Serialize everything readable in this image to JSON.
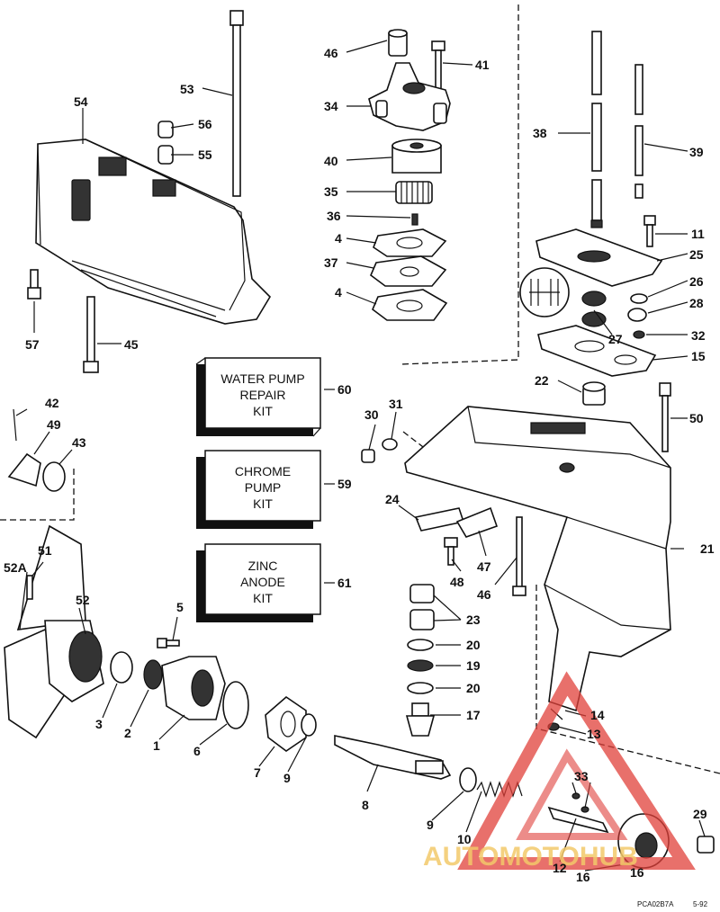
{
  "callouts": {
    "n1": "1",
    "n2": "2",
    "n3": "3",
    "n4a": "4",
    "n4b": "4",
    "n5": "5",
    "n6": "6",
    "n7": "7",
    "n8": "8",
    "n9a": "9",
    "n9b": "9",
    "n10": "10",
    "n11": "11",
    "n12": "12",
    "n13": "13",
    "n14": "14",
    "n15": "15",
    "n16a": "16",
    "n16b": "16",
    "n17": "17",
    "n19": "19",
    "n20a": "20",
    "n20b": "20",
    "n21": "21",
    "n22": "22",
    "n23": "23",
    "n24": "24",
    "n25": "25",
    "n26": "26",
    "n27": "27",
    "n28": "28",
    "n29": "29",
    "n30": "30",
    "n31": "31",
    "n32": "32",
    "n33": "33",
    "n34": "34",
    "n35": "35",
    "n36": "36",
    "n37": "37",
    "n38": "38",
    "n39": "39",
    "n40": "40",
    "n41": "41",
    "n42": "42",
    "n43": "43",
    "n45": "45",
    "n46a": "46",
    "n46b": "46",
    "n47": "47",
    "n48": "48",
    "n49": "49",
    "n50": "50",
    "n51": "51",
    "n52": "52",
    "n52a": "52A",
    "n53": "53",
    "n54": "54",
    "n55": "55",
    "n56": "56",
    "n57": "57",
    "n59": "59",
    "n60": "60",
    "n61": "61"
  },
  "kits": {
    "water_pump": {
      "line1": "WATER PUMP",
      "line2": "REPAIR",
      "line3": "KIT"
    },
    "chrome_pump": {
      "line1": "CHROME",
      "line2": "PUMP",
      "line3": "KIT"
    },
    "zinc_anode": {
      "line1": "ZINC",
      "line2": "ANODE",
      "line3": "KIT"
    }
  },
  "footer": {
    "code": "PCA02B7A",
    "date": "5-92"
  },
  "watermark": {
    "text": "AUTOMOTOHUB"
  },
  "colors": {
    "watermark_red": "#e0403a",
    "watermark_gold": "#f3c96a",
    "ink": "#111111"
  }
}
